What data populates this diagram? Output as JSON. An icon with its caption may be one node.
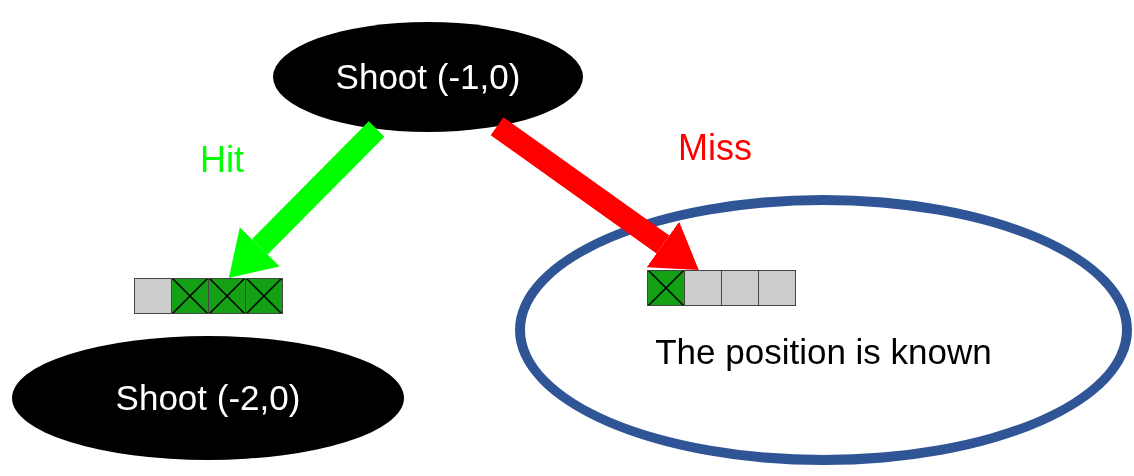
{
  "diagram": {
    "nodes": [
      {
        "text": [
          "Shoot (-1,0)"
        ]
      },
      {
        "text": [],
        "shape": "bar"
      },
      {
        "text": [
          "Shoot (-2,0)"
        ]
      },
      {
        "text": [
          "The position is known"
        ]
      },
      {
        "text": [],
        "shape": "bar",
        "in": 3
      }
    ],
    "edges": [
      {
        "from": 0,
        "to": 1,
        "arrow": "to",
        "label": "Hit",
        "color": "#00ff00"
      },
      {
        "from": 0,
        "to": 4,
        "arrow": "to",
        "label": "Miss",
        "color": "#ff0000"
      }
    ]
  }
}
